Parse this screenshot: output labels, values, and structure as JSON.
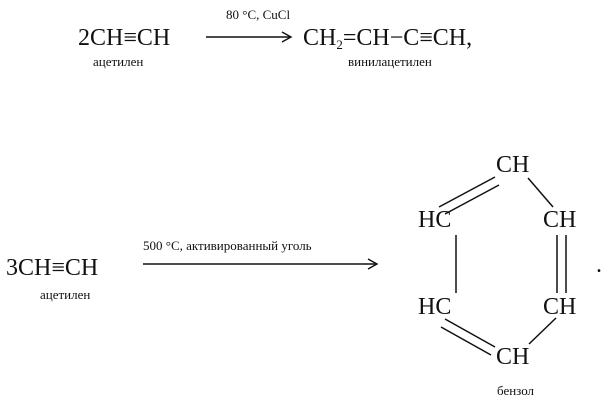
{
  "reaction1": {
    "reactant": "2CH≡CH",
    "reactant_name": "ацетилен",
    "conditions": "80 °C, CuCl",
    "product_part1": "CH",
    "product_sub": "2",
    "product_part2": "=CH−C≡CH,",
    "product_name": "винилацетилен"
  },
  "reaction2": {
    "reactant": "3CH≡CH",
    "reactant_name": "ацетилен",
    "conditions": "500 °C, активированный уголь",
    "ring_atoms": [
      "CH",
      "CH",
      "CH",
      "CH",
      "HC",
      "HC"
    ],
    "trailing_punctuation": ".",
    "product_name": "бензол"
  }
}
